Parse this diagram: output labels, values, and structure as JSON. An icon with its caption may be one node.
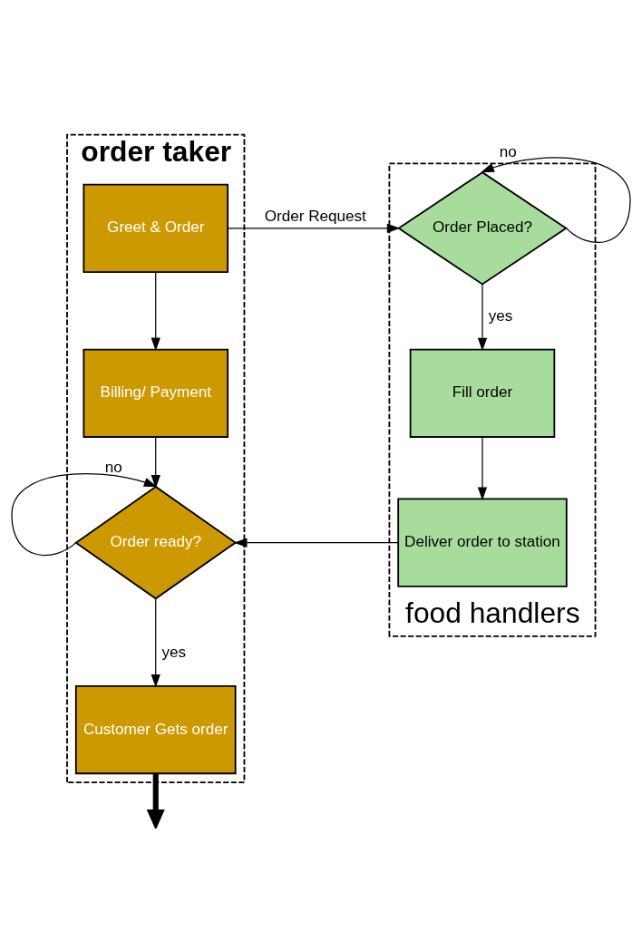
{
  "diagram": {
    "nodes": [
      {
        "text": [
          "order taker"
        ]
      },
      {
        "text": [
          "Greet & Order"
        ],
        "in": 0
      },
      {
        "text": [
          "Billing/ Payment"
        ],
        "in": 0
      },
      {
        "text": [
          "Order ready?"
        ],
        "in": 0
      },
      {
        "text": [
          "Customer Gets order"
        ],
        "in": 0
      },
      {
        "text": [
          "food handlers"
        ]
      },
      {
        "text": [
          "Order Placed?"
        ],
        "in": 5
      },
      {
        "text": [
          "Fill order"
        ],
        "in": 5
      },
      {
        "text": [
          "Deliver order to station"
        ],
        "in": 5
      }
    ],
    "edges": [
      {
        "from": 1,
        "to": 2,
        "arrow": "to"
      },
      {
        "from": 2,
        "to": 3,
        "arrow": "to"
      },
      {
        "from": 3,
        "to": 3,
        "arrow": "to",
        "label": "no"
      },
      {
        "from": 3,
        "to": 4,
        "arrow": "to",
        "label": "yes"
      },
      {
        "from": 4,
        "to": null,
        "arrow": "to",
        "style": "thick"
      },
      {
        "from": 1,
        "to": 6,
        "arrow": "to",
        "label": "Order Request"
      },
      {
        "from": 6,
        "to": 6,
        "arrow": "to",
        "label": "no"
      },
      {
        "from": 6,
        "to": 7,
        "arrow": "to",
        "label": "yes"
      },
      {
        "from": 7,
        "to": 8,
        "arrow": "to"
      },
      {
        "from": 8,
        "to": 3,
        "arrow": "to"
      }
    ]
  }
}
